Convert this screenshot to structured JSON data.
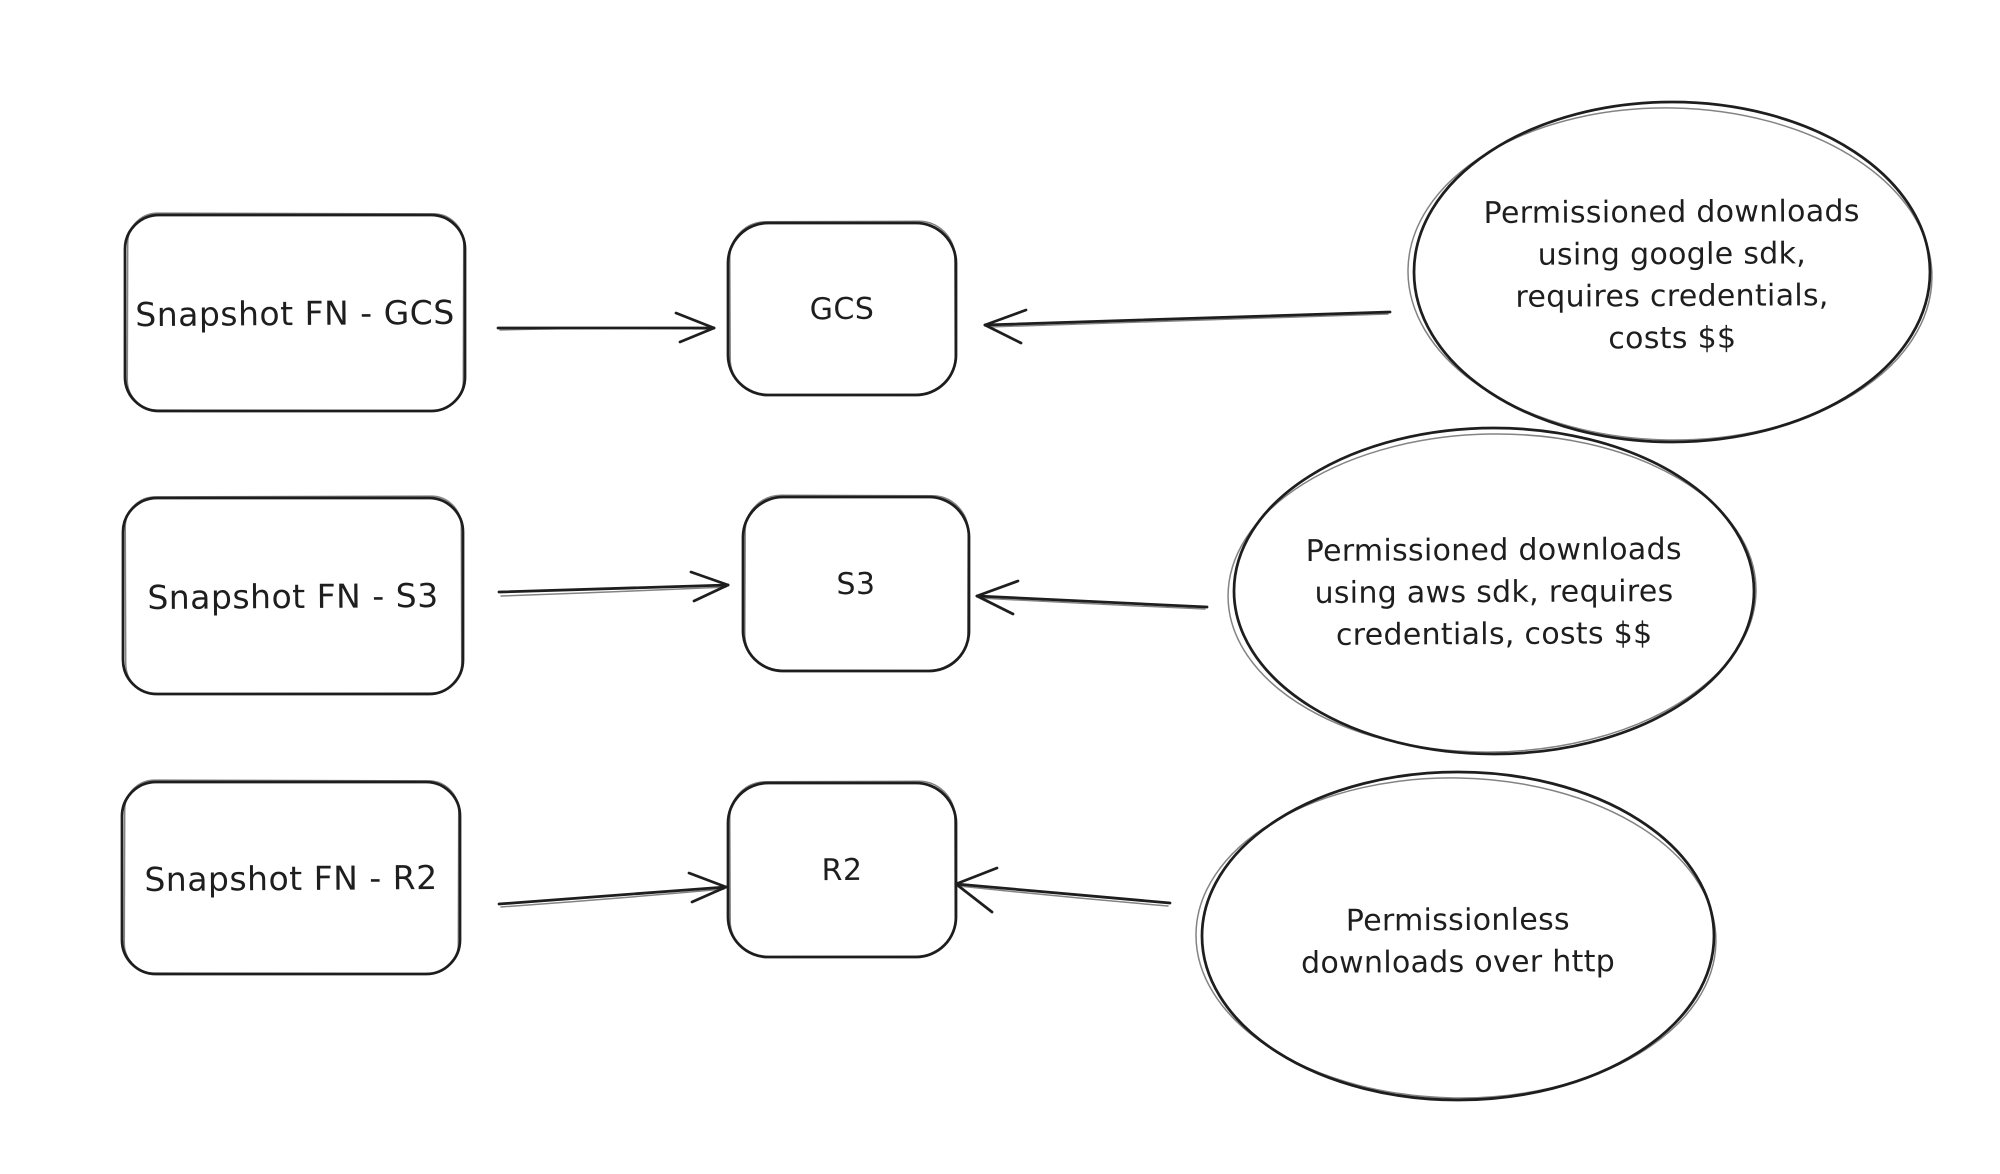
{
  "canvas": {
    "background_color": "#ffffff",
    "stroke_color": "#1e1e1e"
  },
  "rows": [
    {
      "source_label": "Snapshot FN - GCS",
      "target_label": "GCS",
      "note_lines": [
        "Permissioned downloads",
        "using google sdk,",
        "requires credentials,",
        "costs $$"
      ]
    },
    {
      "source_label": "Snapshot FN - S3",
      "target_label": "S3",
      "note_lines": [
        "Permissioned downloads",
        "using aws sdk, requires",
        "credentials, costs $$"
      ]
    },
    {
      "source_label": "Snapshot FN - R2",
      "target_label": "R2",
      "note_lines": [
        "Permissionless",
        "downloads over http"
      ]
    }
  ]
}
